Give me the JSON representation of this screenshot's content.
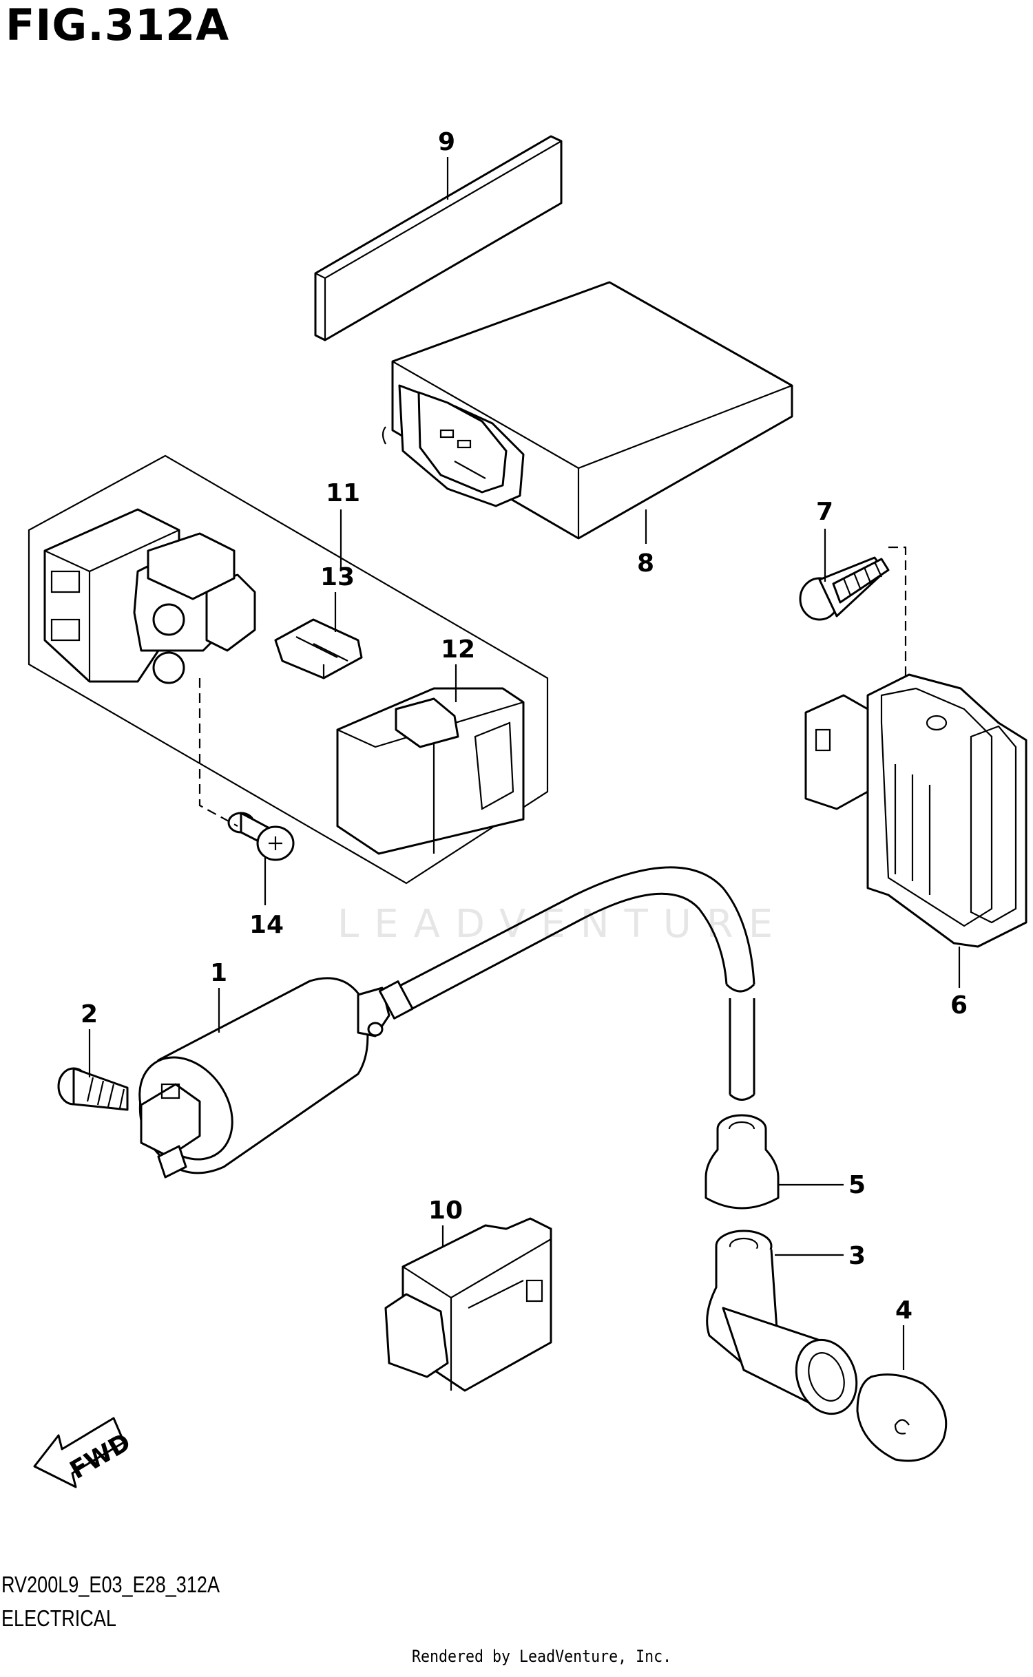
{
  "figure": {
    "title": "FIG.312A",
    "model_code": "RV200L9_E03_E28_312A",
    "section_name": "ELECTRICAL",
    "credit": "Rendered by LeadVenture, Inc.",
    "watermark": "LEADVENTURE",
    "fwd_label": "FWD"
  },
  "callouts": [
    {
      "id": "1",
      "label": "1"
    },
    {
      "id": "2",
      "label": "2"
    },
    {
      "id": "3",
      "label": "3"
    },
    {
      "id": "4",
      "label": "4"
    },
    {
      "id": "5",
      "label": "5"
    },
    {
      "id": "6",
      "label": "6"
    },
    {
      "id": "7",
      "label": "7"
    },
    {
      "id": "8",
      "label": "8"
    },
    {
      "id": "9",
      "label": "9"
    },
    {
      "id": "10",
      "label": "10"
    },
    {
      "id": "11",
      "label": "11"
    },
    {
      "id": "12",
      "label": "12"
    },
    {
      "id": "13",
      "label": "13"
    },
    {
      "id": "14",
      "label": "14"
    }
  ]
}
